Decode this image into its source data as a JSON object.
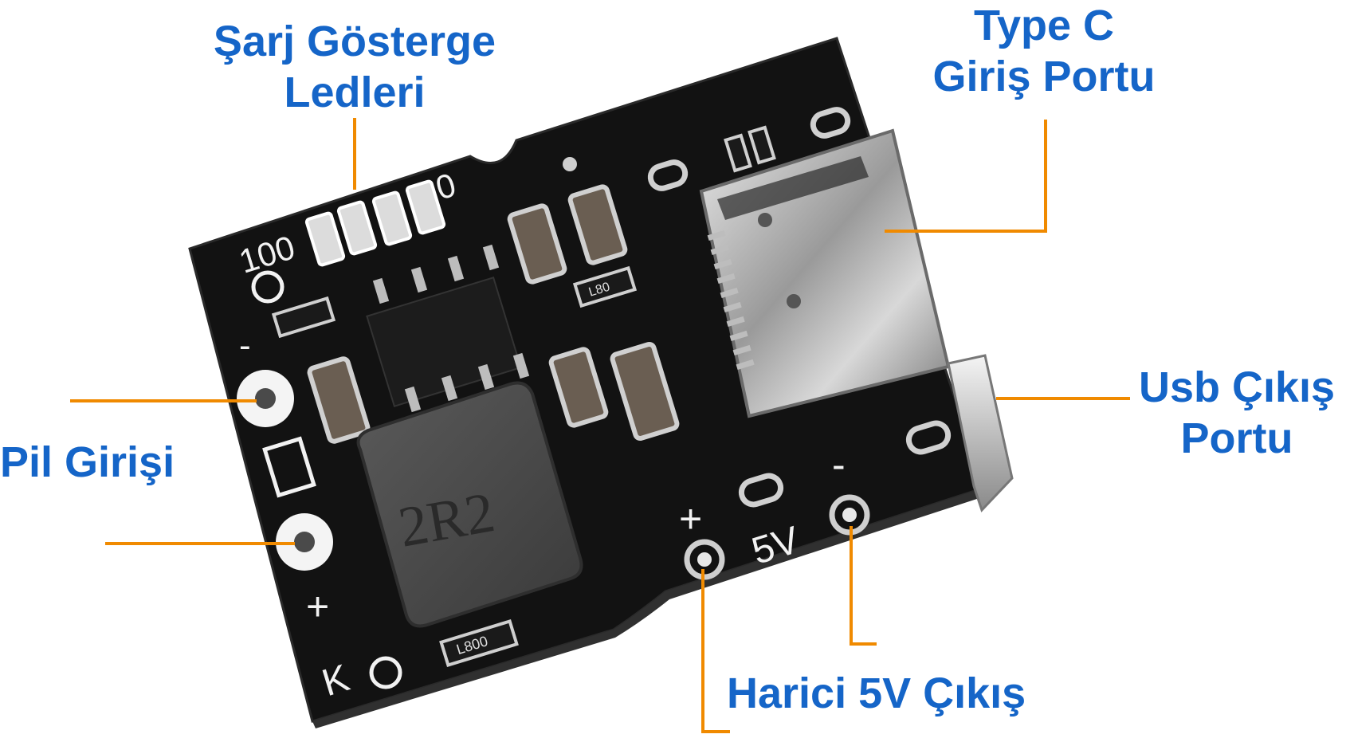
{
  "labels": {
    "charge_leds": {
      "line1": "Şarj Gösterge",
      "line2": "Ledleri"
    },
    "type_c": {
      "line1": "Type C",
      "line2": "Giriş Portu"
    },
    "usb_out": {
      "line1": "Usb Çıkış",
      "line2": "Portu"
    },
    "battery_in": {
      "line1": "Pil Girişi"
    },
    "ext_5v": {
      "line1": "Harici 5V Çıkış"
    }
  },
  "board_marks": {
    "inductor": "2R2",
    "led_left": "100",
    "led_right": "0",
    "out_voltage": "5V",
    "plus_left": "+",
    "plus_right": "+",
    "minus_left": "-",
    "minus_right": "-",
    "corner": "K",
    "resistor_top": "L80",
    "resistor_bottom": "L800"
  },
  "colors": {
    "label_text": "#1565c8",
    "leader_line": "#f08a00",
    "pcb": "#121212",
    "silkscreen": "#f2f2f2",
    "inductor": "#4a4a4a"
  }
}
